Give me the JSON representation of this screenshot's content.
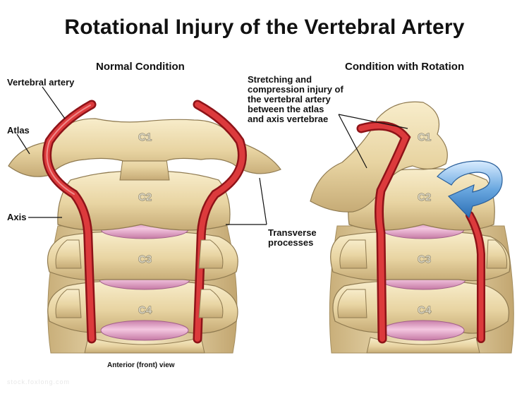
{
  "title": "Rotational Injury of the Vertebral Artery",
  "panels": {
    "left": {
      "heading": "Normal Condition",
      "caption": "Anterior (front) view"
    },
    "right": {
      "heading": "Condition with Rotation"
    }
  },
  "labels": {
    "vertebral_artery": "Vertebral artery",
    "atlas": "Atlas",
    "axis": "Axis",
    "transverse_line1": "Transverse",
    "transverse_line2": "processes",
    "injury_line1": "Stretching and",
    "injury_line2": "compression injury of",
    "injury_line3": "the vertebral artery",
    "injury_line4": "between the atlas",
    "injury_line5": "and axis vertebrae"
  },
  "vertebrae": [
    "C1",
    "C2",
    "C3",
    "C4"
  ],
  "watermark": "stock.foxlong.com",
  "colors": {
    "bone": "#ecdcb0",
    "bone_shadow": "#b79e6c",
    "disc": "#e6aacd",
    "artery": "#c4242a",
    "arrow": "#4a8fd0"
  }
}
